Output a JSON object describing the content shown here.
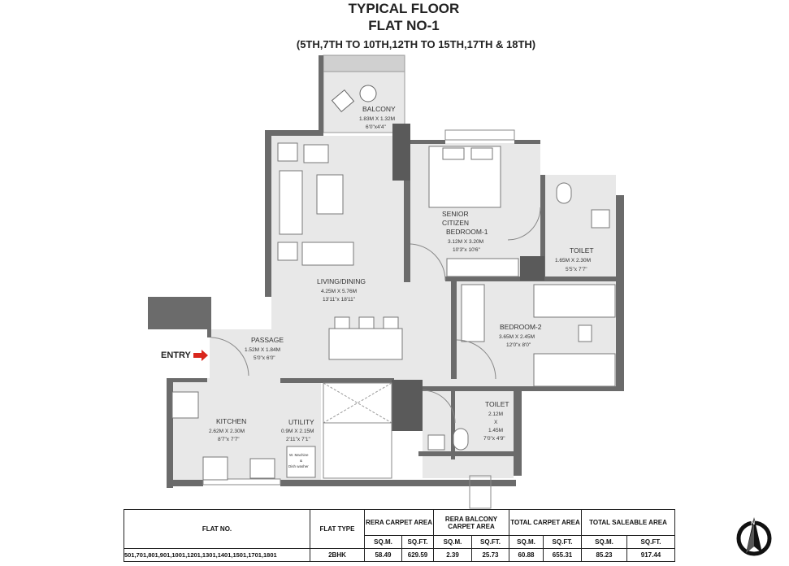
{
  "header": {
    "title": "TYPICAL FLOOR",
    "subtitle": "FLAT NO-1",
    "floors": "(5TH,7TH TO 10TH,12TH TO 15TH,17TH & 18TH)"
  },
  "colors": {
    "wall": "#6b6b6b",
    "floor": "#e8e8e8",
    "entry_arrow": "#d9261c"
  },
  "rooms": {
    "balcony": {
      "name": "BALCONY",
      "metric": "1.83M X 1.32M",
      "imperial": "6'0\"x4'4\""
    },
    "living": {
      "name": "LIVING/DINING",
      "metric": "4.25M X 5.76M",
      "imperial": "13'11\"x 18'11\""
    },
    "bedroom1": {
      "name1": "SENIOR",
      "name2": "CITIZEN",
      "name3": "BEDROOM-1",
      "metric": "3.12M X 3.20M",
      "imperial": "10'3\"x 10'6\""
    },
    "toilet1": {
      "name": "TOILET",
      "metric": "1.65M X 2.30M",
      "imperial": "5'5\"x 7'7\""
    },
    "bedroom2": {
      "name": "BEDROOM-2",
      "metric": "3.65M X 2.45M",
      "imperial": "12'0\"x 8'0\""
    },
    "passage": {
      "name": "PASSAGE",
      "metric": "1.52M X 1.84M",
      "imperial": "5'0\"x 6'0\""
    },
    "kitchen": {
      "name": "KITCHEN",
      "metric": "2.62M X 2.30M",
      "imperial": "8'7\"x 7'7\""
    },
    "utility": {
      "name": "UTILITY",
      "metric": "0.9M X 2.15M",
      "imperial": "2'11\"x 7'1\"",
      "appliance1": "W. Machine",
      "appliance2": "&",
      "appliance3": "Dish washer"
    },
    "toilet2": {
      "name": "TOILET",
      "m1": "2.12M",
      "x": "X",
      "m2": "1.45M",
      "imperial": "7'0\"x 4'9\""
    }
  },
  "entry_label": "ENTRY",
  "table": {
    "headers": {
      "flat_no": "FLAT NO.",
      "flat_type": "FLAT TYPE",
      "rera_carpet": "RERA CARPET AREA",
      "rera_balcony": "RERA BALCONY CARPET AREA",
      "total_carpet": "TOTAL CARPET AREA",
      "total_saleable": "TOTAL SALEABLE AREA",
      "sqm": "SQ.M.",
      "sqft": "SQ.FT."
    },
    "row": {
      "flat_no": "501,701,801,901,1001,1201,1301,1401,1501,1701,1801",
      "flat_type": "2BHK",
      "rera_carpet_sqm": "58.49",
      "rera_carpet_sqft": "629.59",
      "rera_balcony_sqm": "2.39",
      "rera_balcony_sqft": "25.73",
      "total_carpet_sqm": "60.88",
      "total_carpet_sqft": "655.31",
      "total_saleable_sqm": "85.23",
      "total_saleable_sqft": "917.44"
    }
  },
  "compass": {
    "label": "N"
  }
}
